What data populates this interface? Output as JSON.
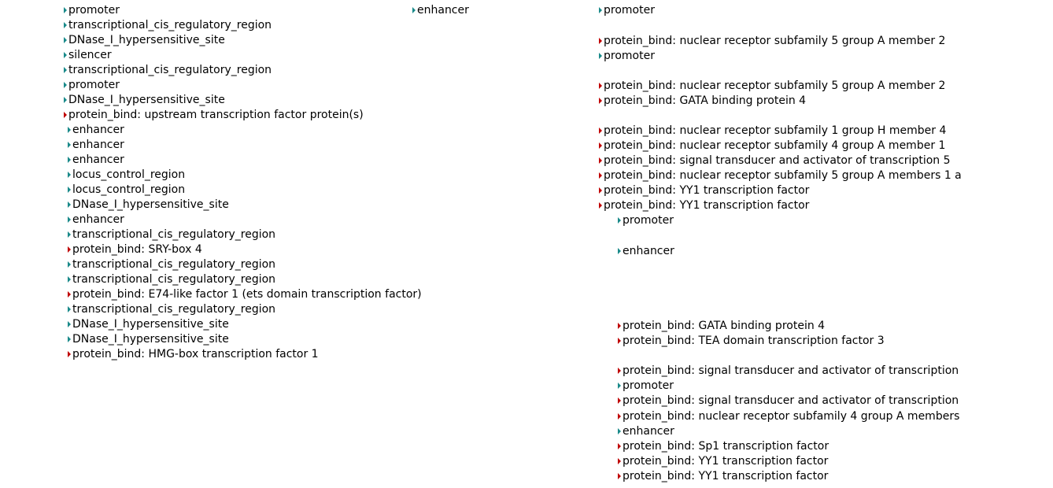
{
  "colors": {
    "region": "#1a8a8a",
    "protein_bind": "#c00000"
  },
  "columns": [
    {
      "items": [
        {
          "label": "promoter",
          "kind": "region"
        },
        {
          "label": "transcriptional_cis_regulatory_region",
          "kind": "region"
        },
        {
          "label": "DNase_I_hypersensitive_site",
          "kind": "region"
        },
        {
          "label": "silencer",
          "kind": "region"
        },
        {
          "label": "transcriptional_cis_regulatory_region",
          "kind": "region"
        },
        {
          "label": "promoter",
          "kind": "region"
        },
        {
          "label": "DNase_I_hypersensitive_site",
          "kind": "region"
        },
        {
          "label": "protein_bind: upstream transcription factor protein(s)",
          "kind": "pb"
        },
        {
          "label": "enhancer",
          "kind": "region"
        },
        {
          "label": "enhancer",
          "kind": "region"
        },
        {
          "label": "enhancer",
          "kind": "region"
        },
        {
          "label": "locus_control_region",
          "kind": "region"
        },
        {
          "label": "locus_control_region",
          "kind": "region"
        },
        {
          "label": "DNase_I_hypersensitive_site",
          "kind": "region"
        },
        {
          "label": "enhancer",
          "kind": "region"
        },
        {
          "label": "transcriptional_cis_regulatory_region",
          "kind": "region"
        },
        {
          "label": "protein_bind: SRY-box 4",
          "kind": "pb"
        },
        {
          "label": "transcriptional_cis_regulatory_region",
          "kind": "region"
        },
        {
          "label": "transcriptional_cis_regulatory_region",
          "kind": "region"
        },
        {
          "label": "protein_bind: E74-like factor 1 (ets domain transcription factor)",
          "kind": "pb"
        },
        {
          "label": "transcriptional_cis_regulatory_region",
          "kind": "region"
        },
        {
          "label": "DNase_I_hypersensitive_site",
          "kind": "region"
        },
        {
          "label": "DNase_I_hypersensitive_site",
          "kind": "region"
        },
        {
          "label": "protein_bind: HMG-box transcription factor 1",
          "kind": "pb"
        }
      ]
    },
    {
      "items": [
        {
          "label": "enhancer",
          "kind": "region"
        }
      ]
    },
    {
      "items": [
        {
          "label": "promoter",
          "kind": "region"
        },
        {
          "label": "protein_bind: nuclear receptor subfamily 5 group A member 2",
          "kind": "pb"
        },
        {
          "label": "promoter",
          "kind": "region"
        },
        {
          "label": "protein_bind: nuclear receptor subfamily 5 group A member 2",
          "kind": "pb"
        },
        {
          "label": "protein_bind: GATA binding protein 4",
          "kind": "pb"
        },
        {
          "label": "protein_bind: nuclear receptor subfamily 1 group H member 4",
          "kind": "pb"
        },
        {
          "label": "protein_bind: nuclear receptor subfamily 4 group A member 1",
          "kind": "pb"
        },
        {
          "label": "protein_bind: signal transducer and activator of transcription 5",
          "kind": "pb"
        },
        {
          "label": "protein_bind: nuclear receptor subfamily 5 group A members 1 a",
          "kind": "pb"
        },
        {
          "label": "protein_bind: YY1 transcription factor",
          "kind": "pb"
        },
        {
          "label": "protein_bind: YY1 transcription factor",
          "kind": "pb"
        },
        {
          "label": "promoter",
          "kind": "region"
        },
        {
          "label": "enhancer",
          "kind": "region"
        },
        {
          "label": "protein_bind: GATA binding protein 4",
          "kind": "pb"
        },
        {
          "label": "protein_bind: TEA domain transcription factor 3",
          "kind": "pb"
        },
        {
          "label": "protein_bind: signal transducer and activator of transcription",
          "kind": "pb"
        },
        {
          "label": "promoter",
          "kind": "region"
        },
        {
          "label": "protein_bind: signal transducer and activator of transcription",
          "kind": "pb"
        },
        {
          "label": "protein_bind: nuclear receptor subfamily 4 group A members",
          "kind": "pb"
        },
        {
          "label": "enhancer",
          "kind": "region"
        },
        {
          "label": "protein_bind: Sp1 transcription factor",
          "kind": "pb"
        },
        {
          "label": "protein_bind: YY1 transcription factor",
          "kind": "pb"
        },
        {
          "label": "protein_bind: YY1 transcription factor",
          "kind": "pb"
        }
      ]
    }
  ]
}
